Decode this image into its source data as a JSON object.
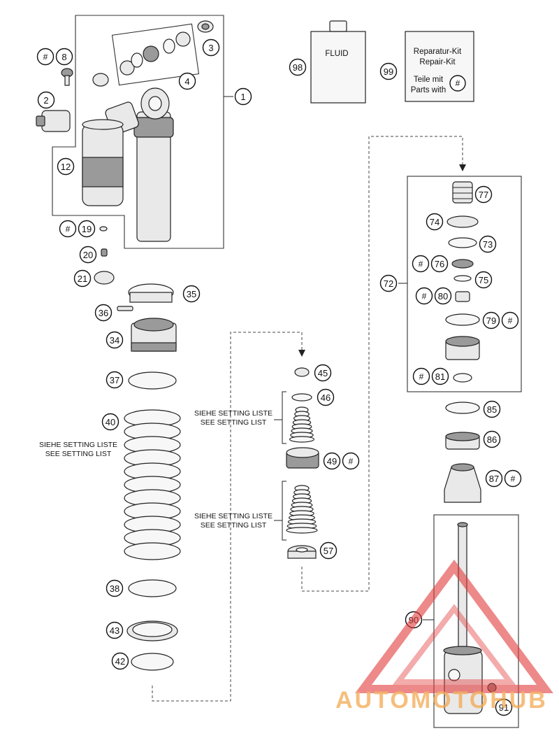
{
  "notes": {
    "setting_de": "SIEHE SETTING LISTE",
    "setting_en": "SEE SETTING LIST"
  },
  "fluid_label": "FLUID",
  "repair_kit": {
    "line1": "Reparatur-Kit",
    "line2": "Repair-Kit",
    "line3": "Teile mit",
    "line4": "Parts with",
    "symbol": "#"
  },
  "watermark": {
    "text": "AUTOMOTOHUB",
    "color": "#e33b3b",
    "accent": "#f6b83c"
  },
  "hash_symbol": "#",
  "callouts": {
    "c1": "1",
    "c2": "2",
    "c3": "3",
    "c4": "4",
    "c8": "8",
    "c12": "12",
    "c19": "19",
    "c20": "20",
    "c21": "21",
    "c34": "34",
    "c35": "35",
    "c36": "36",
    "c37": "37",
    "c38": "38",
    "c40": "40",
    "c42": "42",
    "c43": "43",
    "c45": "45",
    "c46": "46",
    "c49": "49",
    "c57": "57",
    "c72": "72",
    "c73": "73",
    "c74": "74",
    "c75": "75",
    "c76": "76",
    "c77": "77",
    "c79": "79",
    "c80": "80",
    "c81": "81",
    "c85": "85",
    "c86": "86",
    "c87": "87",
    "c90": "90",
    "c91": "91",
    "c98": "98",
    "c99": "99"
  }
}
